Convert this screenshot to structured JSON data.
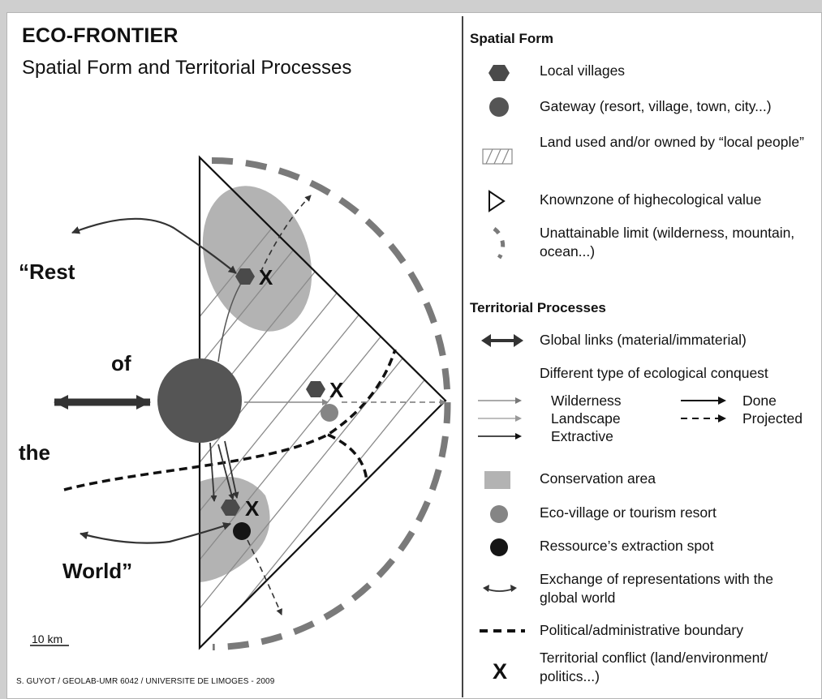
{
  "title": "ECO-FRONTIER",
  "subtitle": "Spatial Form and Territorial Processes",
  "map": {
    "rest_label": "“Rest",
    "of_label": "of",
    "the_label": "the",
    "world_label": "World”",
    "conflict_mark": "X",
    "scale_label": "10 km"
  },
  "credit": "S. GUYOT / GEOLAB-UMR 6042 / UNIVERSITE DE LIMOGES - 2009",
  "legend": {
    "spatial_form_heading": "Spatial Form",
    "local_villages": "Local villages",
    "gateway": "Gateway (resort, village, town, city...)",
    "land_used": "Land used and/or owned by “local people”",
    "known_zone": "Knownzone of highecological value",
    "unattainable_limit": "Unattainable limit (wilderness, mountain, ocean...)",
    "territorial_processes_heading": "Territorial Processes",
    "global_links": "Global links (material/immaterial)",
    "conquest_types": "Different type of ecological conquest",
    "wilderness": "Wilderness",
    "landscape": "Landscape",
    "extractive": "Extractive",
    "done": "Done",
    "projected": "Projected",
    "conservation_area": "Conservation area",
    "eco_village": "Eco-village or tourism resort",
    "extraction_spot": "Ressource’s extraction spot",
    "exchange": "Exchange of representations with the global world",
    "political_boundary": "Political/administrative boundary",
    "conflict": "Territorial conflict (land/environment/ politics...)",
    "conflict_symbol": "X"
  },
  "colors": {
    "village": "#4a4a4a",
    "gateway": "#555555",
    "conservation": "#b3b3b3",
    "eco_village": "#858585",
    "extraction": "#151515",
    "limit": "#7a7a7a"
  }
}
